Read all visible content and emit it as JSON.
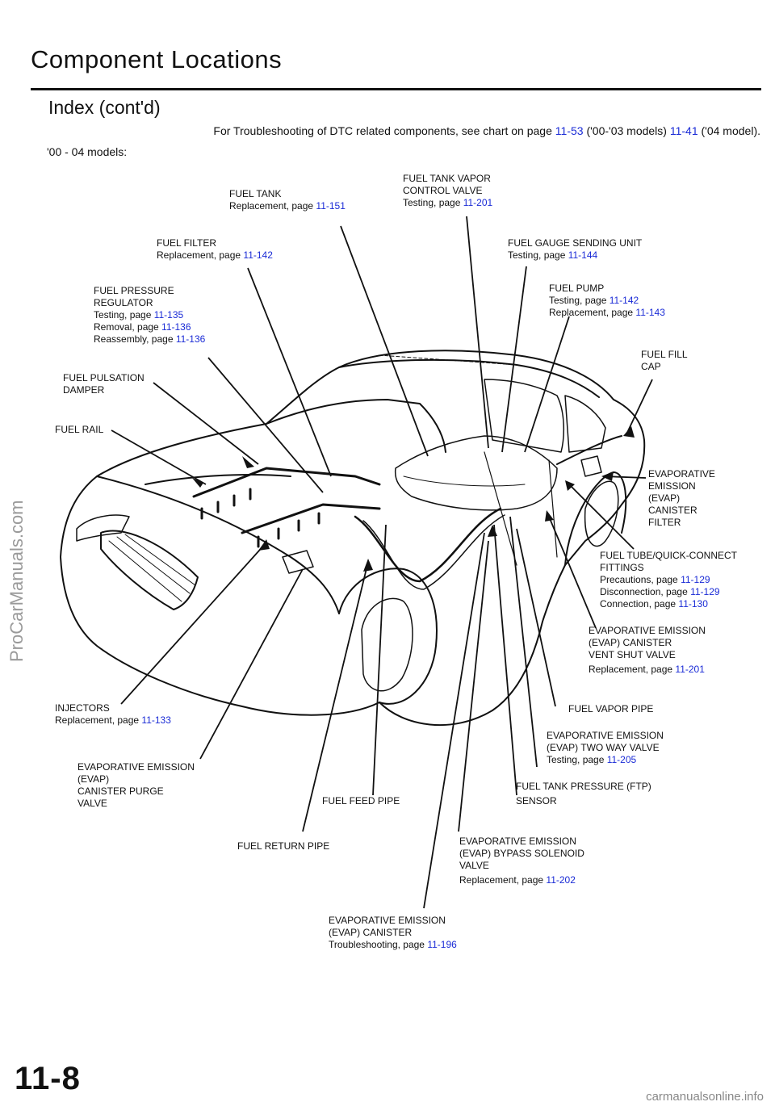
{
  "header": {
    "title": "Component  Locations",
    "subtitle": "Index (cont'd)",
    "note_pre": "For Troubleshooting of DTC related components, see chart on page ",
    "note_p1": "11-53",
    "note_mid": " ('00-'03 models) ",
    "note_p2": "11-41",
    "note_post": " ('04 model).",
    "models": "'00 - 04  models:"
  },
  "labels": {
    "fuel_tank": {
      "l1": "FUEL TANK",
      "l2": "Replacement, page ",
      "p2": "11-151"
    },
    "vapor_control_valve": {
      "l1": "FUEL TANK VAPOR",
      "l2": "CONTROL VALVE",
      "l3": "Testing, page ",
      "p3": "11-201"
    },
    "fuel_filter": {
      "l1": "FUEL FILTER",
      "l2": "Replacement,  page ",
      "p2": "11-142"
    },
    "gauge_sending_unit": {
      "l1": "FUEL  GAUGE  SENDING  UNIT",
      "l2": "Testing,  page ",
      "p2": "11-144"
    },
    "pressure_regulator": {
      "l1": "FUEL PRESSURE",
      "l2": "REGULATOR",
      "l3": "Testing, page ",
      "p3": "11-135",
      "l4": "Removal,  page ",
      "p4": "11-136",
      "l5": "Reassembly, page ",
      "p5": "11-136"
    },
    "fuel_pump": {
      "l1": "FUEL  PUMP",
      "l2": "Testing,  page ",
      "p2": "11-142",
      "l3": "Replacement,  page ",
      "p3": "11-143"
    },
    "fuel_fill_cap": {
      "l1": "FUEL FILL",
      "l2": "CAP"
    },
    "pulsation_damper": {
      "l1": "FUEL  PULSATION",
      "l2": "DAMPER"
    },
    "fuel_rail": {
      "l1": "FUEL RAIL"
    },
    "evap_canister_filter": {
      "l1": "EVAPORATIVE",
      "l2": "EMISSION",
      "l3": "(EVAP)",
      "l4": "CANISTER",
      "l5": "FILTER"
    },
    "tube_fittings": {
      "l1": "FUEL  TUBE/QUICK-CONNECT",
      "l2": "FITTINGS",
      "l3": "Precautions,  page ",
      "p3": "11-129",
      "l4": "Disconnection,  page ",
      "p4": "11-129",
      "l5": "Connection,  page ",
      "p5": "11-130"
    },
    "vent_shut_valve": {
      "l1": "EVAPORATIVE  EMISSION",
      "l2": "(EVAP) CANISTER",
      "l3": "VENT  SHUT  VALVE",
      "l4": "Replacement,  page ",
      "p4": "11-201"
    },
    "vapor_pipe": {
      "l1": "FUEL VAPOR PIPE"
    },
    "two_way_valve": {
      "l1": "EVAPORATIVE  EMISSION",
      "l2": "(EVAP) TWO WAY VALVE",
      "l3": "Testing,  page ",
      "p3": "11-205"
    },
    "ftp_sensor": {
      "l1": "FUEL TANK PRESSURE (FTP)",
      "l2": "SENSOR"
    },
    "injectors": {
      "l1": "INJECTORS",
      "l2": "Replacement,  page ",
      "p2": "11-133"
    },
    "purge_valve": {
      "l1": "EVAPORATIVE  EMISSION",
      "l2": "(EVAP)",
      "l3": "CANISTER  PURGE",
      "l4": "VALVE"
    },
    "feed_pipe": {
      "l1": "FUEL FEED PIPE"
    },
    "return_pipe": {
      "l1": "FUEL  RETURN  PIPE"
    },
    "bypass_solenoid": {
      "l1": "EVAPORATIVE  EMISSION",
      "l2": "(EVAP) BYPASS SOLENOID",
      "l3": "VALVE",
      "l4": "Replacement,  page ",
      "p4": "11-202"
    },
    "evap_canister": {
      "l1": "EVAPORATIVE  EMISSION",
      "l2": "(EVAP) CANISTER",
      "l3": "Troubleshooting,  page ",
      "p3": "11-196"
    }
  },
  "watermark": "ProCarManuals.com",
  "page_number": "11-8",
  "footer": "carmanualsonline.info",
  "colors": {
    "link": "#1a2bd6",
    "text": "#111111",
    "watermark": "#9a9a9a"
  }
}
